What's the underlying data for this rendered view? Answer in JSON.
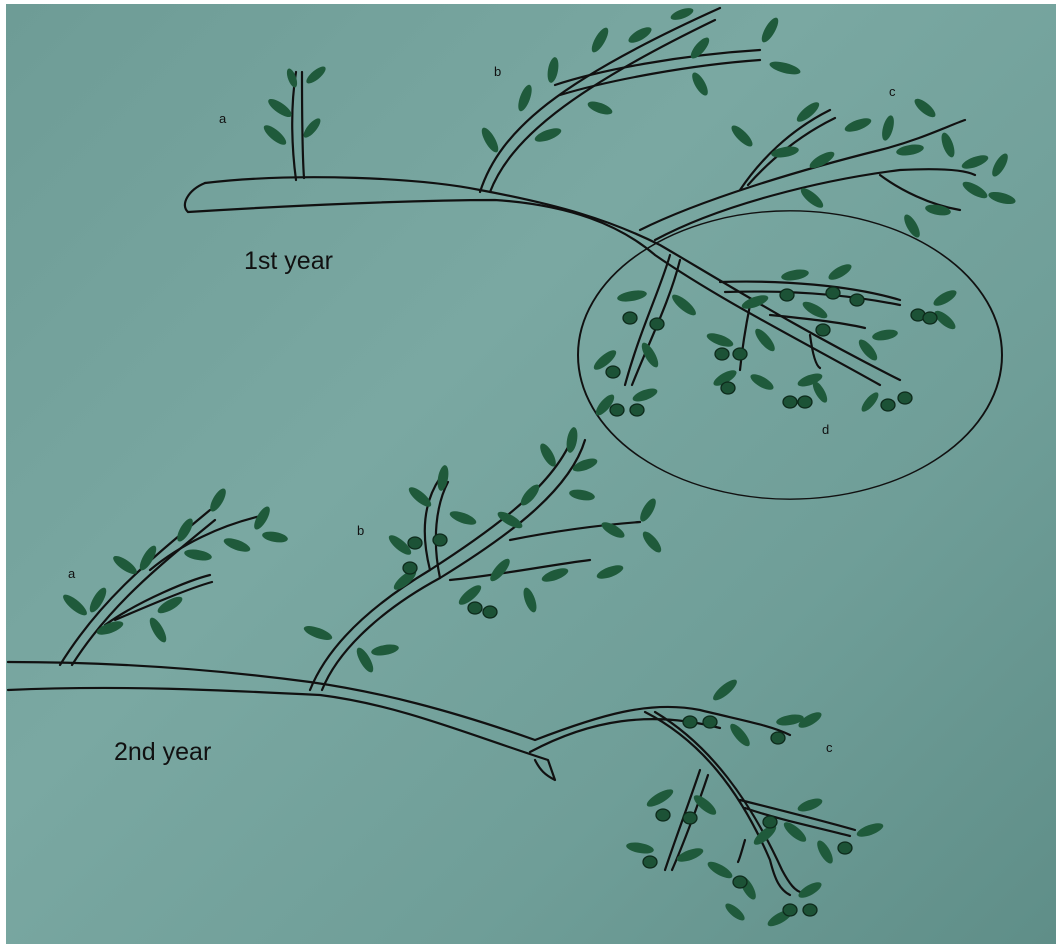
{
  "diagram": {
    "labels": {
      "first_year": "1st year",
      "second_year": "2nd year",
      "a1": "a",
      "b1": "b",
      "c1": "c",
      "d1": "d",
      "a2": "a",
      "b2": "b",
      "c2": "c"
    },
    "colors": {
      "background": "#7aa8a2",
      "ink": "#111111",
      "leaf": "#1f5a3b",
      "olive": "#1c5236"
    }
  }
}
